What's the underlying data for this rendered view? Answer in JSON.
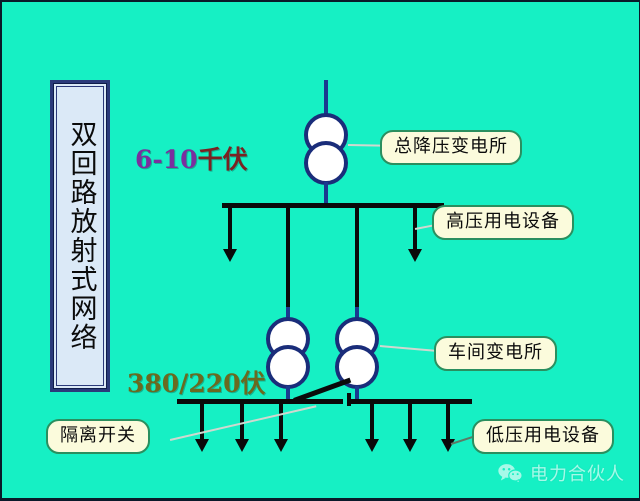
{
  "diagram": {
    "title_vertical": "双回路放射式网络",
    "background_color": "#16F0C4",
    "voltage_high": {
      "number": "6-10",
      "unit": "千伏",
      "number_color": "#7a2f9e",
      "unit_color": "#7a2222"
    },
    "voltage_low": {
      "text": "380/220伏",
      "color": "#6a6a1f"
    },
    "labels": {
      "main_substation": "总降压变电所",
      "hv_equipment": "高压用电设备",
      "workshop_substation": "车间变电所",
      "isolating_switch": "隔离开关",
      "lv_equipment": "低压用电设备"
    },
    "components": {
      "main_transformer_count": 1,
      "workshop_transformer_count": 2,
      "hv_bus_feeders": 4,
      "lv_bus_left_feeders": 3,
      "lv_bus_right_feeders": 3
    },
    "colors": {
      "conductor": "#1a3a8f",
      "busbar": "#0a0a0a",
      "callout_fill": "#fbfbdc",
      "callout_border": "#2a8f5f",
      "panel_fill": "#dbe9f7",
      "panel_border": "#2b3a7a"
    }
  },
  "watermark": {
    "icon": "wechat-icon",
    "text": "电力合伙人"
  }
}
